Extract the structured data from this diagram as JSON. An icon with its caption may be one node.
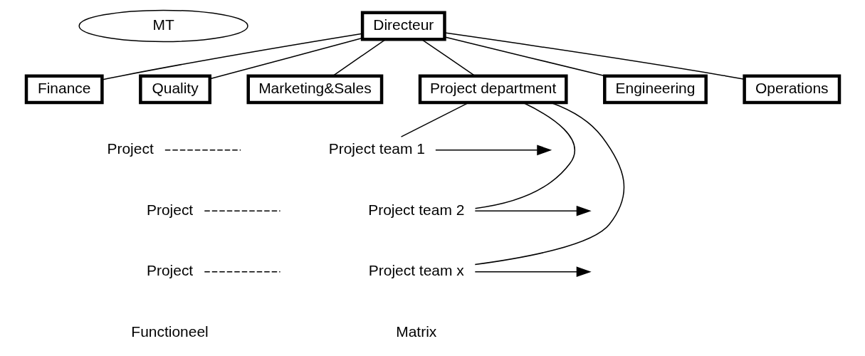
{
  "diagram": {
    "nodes": [
      {
        "text": [
          "MT"
        ]
      },
      {
        "text": [
          "Directeur"
        ]
      },
      {
        "text": [
          "Finance"
        ]
      },
      {
        "text": [
          "Quality"
        ]
      },
      {
        "text": [
          "Marketing&Sales"
        ]
      },
      {
        "text": [
          "Project department"
        ]
      },
      {
        "text": [
          "Engineering"
        ]
      },
      {
        "text": [
          "Operations"
        ]
      },
      {
        "text": [
          "Project"
        ]
      },
      {
        "text": [
          "Project"
        ]
      },
      {
        "text": [
          "Project"
        ]
      },
      {
        "text": [
          "Project team 1"
        ]
      },
      {
        "text": [
          "Project team 2"
        ]
      },
      {
        "text": [
          "Project team x"
        ]
      }
    ],
    "edges": [
      {
        "from": 1,
        "to": 2,
        "arrow": "none"
      },
      {
        "from": 1,
        "to": 3,
        "arrow": "none"
      },
      {
        "from": 1,
        "to": 4,
        "arrow": "none"
      },
      {
        "from": 1,
        "to": 5,
        "arrow": "none"
      },
      {
        "from": 1,
        "to": 6,
        "arrow": "none"
      },
      {
        "from": 1,
        "to": 7,
        "arrow": "none"
      },
      {
        "from": 5,
        "to": 11,
        "arrow": "none"
      },
      {
        "from": 5,
        "to": 12,
        "arrow": "none"
      },
      {
        "from": 5,
        "to": 13,
        "arrow": "none"
      },
      {
        "from": 8,
        "to": null,
        "arrow": "none",
        "style": "dashed"
      },
      {
        "from": 9,
        "to": null,
        "arrow": "none",
        "style": "dashed"
      },
      {
        "from": 10,
        "to": null,
        "arrow": "none",
        "style": "dashed"
      },
      {
        "from": 11,
        "to": null,
        "arrow": "to"
      },
      {
        "from": 12,
        "to": null,
        "arrow": "to"
      },
      {
        "from": 13,
        "to": null,
        "arrow": "to"
      }
    ],
    "labels": [
      "Functioneel",
      "Matrix"
    ]
  }
}
